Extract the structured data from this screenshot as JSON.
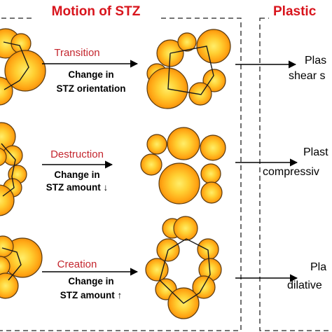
{
  "header": {
    "left_title": "Motion of STZ",
    "right_title": "Plastic"
  },
  "rows": [
    {
      "operation": "Transition",
      "line1": "Change in",
      "line2": "STZ orientation",
      "right_line1": "Plas",
      "right_line2": "shear s"
    },
    {
      "operation": "Destruction",
      "line1": "Change in",
      "line2": "STZ amount ↓",
      "right_line1": "Plast",
      "right_line2": "compressiv"
    },
    {
      "operation": "Creation",
      "line1": "Change in",
      "line2": "STZ amount ↑",
      "right_line1": "Pla",
      "right_line2": "dilative"
    }
  ],
  "colors": {
    "title": "#d8141c",
    "operation": "#c4262e",
    "atom_core": "#ffe55a",
    "atom_mid": "#ffb21c",
    "atom_edge": "#f08c10"
  }
}
